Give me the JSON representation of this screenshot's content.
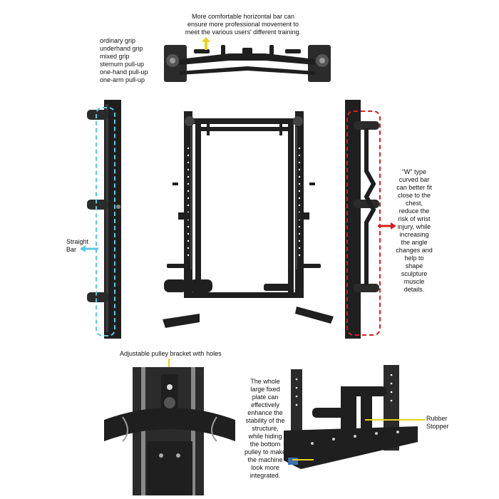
{
  "top": {
    "caption": [
      "More comfortable horizontal bar can",
      "ensure more professional movement to",
      "meet the various users' different training."
    ],
    "grips": [
      "ordinary grip",
      "underhand grip",
      "mixed grip",
      "sternum pull-up",
      "one-hand pull-up",
      "one-arm pull-up"
    ]
  },
  "left_detail": {
    "label": [
      "Straight",
      "Bar"
    ],
    "highlight_color": "#5ec7e6"
  },
  "right_detail": {
    "label": [
      "“W” type",
      "curved bar",
      "can better fit",
      "close to the",
      "chest,",
      "reduce the",
      "risk of wrist",
      "injury, while",
      "increasing",
      "the angle",
      "changes and",
      "help to",
      "shape",
      "sculpture",
      "muscle",
      "details."
    ],
    "highlight_color": "#d42020"
  },
  "pulley": {
    "caption": "Adjustable pulley bracket with holes",
    "arrow_color": "#e6d21a"
  },
  "plate": {
    "label": [
      "The whole",
      "large fixed",
      "plate can",
      "effectively",
      "enhance the",
      "stability of the",
      "structure,",
      "while  hiding",
      "the bottom",
      "pulley to make",
      "the machine",
      "look more",
      "integrated."
    ],
    "stopper": [
      "Rubber",
      "Stopper"
    ],
    "arrow_color": "#e6d21a"
  },
  "icons": [
    "up-arrow-icon",
    "left-arrow-icon",
    "right-arrow-icon"
  ]
}
